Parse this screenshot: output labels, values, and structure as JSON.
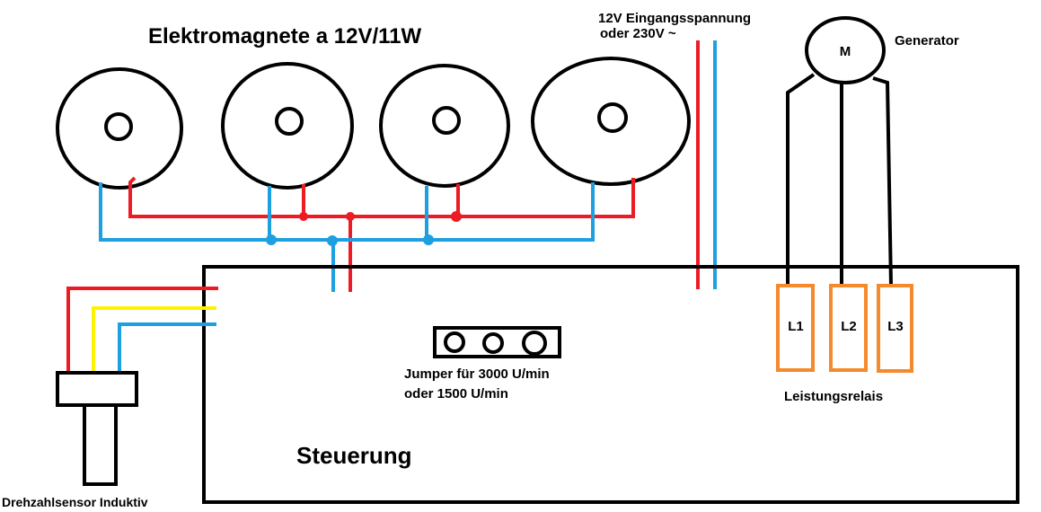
{
  "title": "Elektromagnete a 12V/11W",
  "power": {
    "line1": "12V Eingangsspannung",
    "line2": "oder 230V ~"
  },
  "generator": {
    "symbol": "M",
    "label": "Generator"
  },
  "relays": {
    "items": [
      "L1",
      "L2",
      "L3"
    ],
    "label": "Leistungsrelais"
  },
  "jumper": {
    "line1": "Jumper für 3000 U/min",
    "line2": "oder 1500 U/min"
  },
  "controller": {
    "label": "Steuerung"
  },
  "sensor": {
    "label": "Drehzahlsensor Induktiv"
  },
  "colors": {
    "red": "#ed1c24",
    "blue": "#1ea0e0",
    "yellow": "#fff200",
    "orange": "#f48a2c",
    "black": "#000000"
  }
}
